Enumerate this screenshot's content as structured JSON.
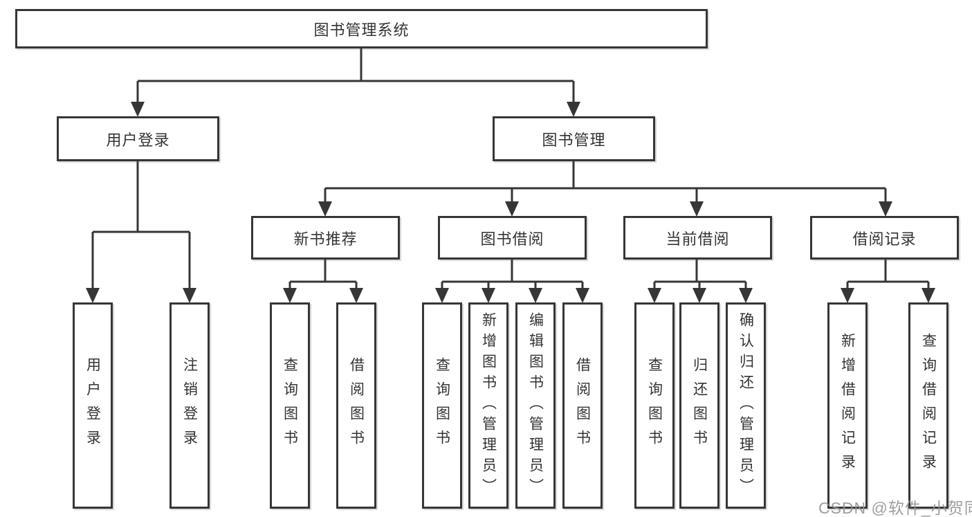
{
  "diagram": {
    "title": "图书管理系统",
    "tree": {
      "label": "图书管理系统",
      "children": [
        {
          "label": "用户登录",
          "children": [
            {
              "label": "用户登录"
            },
            {
              "label": "注销登录"
            }
          ]
        },
        {
          "label": "图书管理",
          "children": [
            {
              "label": "新书推荐",
              "children": [
                {
                  "label": "查询图书"
                },
                {
                  "label": "借阅图书"
                }
              ]
            },
            {
              "label": "图书借阅",
              "children": [
                {
                  "label": "查询图书"
                },
                {
                  "label": "新增图书（管理员）"
                },
                {
                  "label": "编辑图书（管理员）"
                },
                {
                  "label": "借阅图书"
                }
              ]
            },
            {
              "label": "当前借阅",
              "children": [
                {
                  "label": "查询图书"
                },
                {
                  "label": "归还图书"
                },
                {
                  "label": "确认归还（管理员）"
                }
              ]
            },
            {
              "label": "借阅记录",
              "children": [
                {
                  "label": "新增借阅记录"
                },
                {
                  "label": "查询借阅记录"
                }
              ]
            }
          ]
        }
      ]
    },
    "colors": {
      "line": "#363636",
      "text": "#333333",
      "background": "#ffffff",
      "watermark": "#949494"
    }
  },
  "watermark": {
    "text": "CSDN @软件_小贺同学"
  }
}
